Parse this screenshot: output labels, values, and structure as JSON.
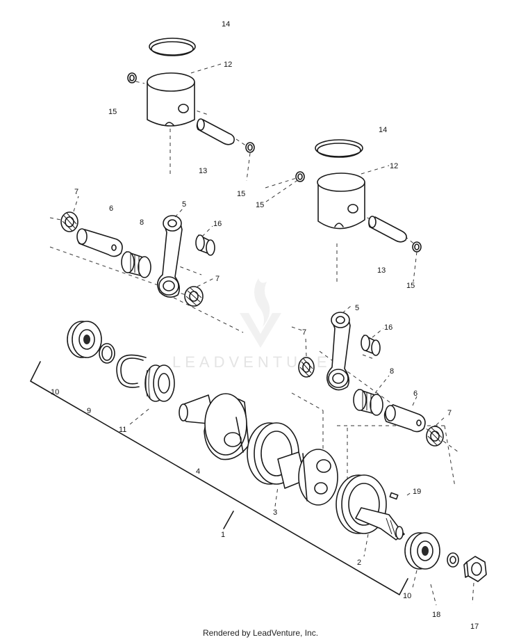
{
  "diagram": {
    "callouts": [
      {
        "id": "c14a",
        "text": "14"
      },
      {
        "id": "c12a",
        "text": "12"
      },
      {
        "id": "c15a",
        "text": "15"
      },
      {
        "id": "c13a",
        "text": "13"
      },
      {
        "id": "c15b",
        "text": "15"
      },
      {
        "id": "c14b",
        "text": "14"
      },
      {
        "id": "c12b",
        "text": "12"
      },
      {
        "id": "c15c",
        "text": "15"
      },
      {
        "id": "c13b",
        "text": "13"
      },
      {
        "id": "c15d",
        "text": "15"
      },
      {
        "id": "c7a",
        "text": "7"
      },
      {
        "id": "c6a",
        "text": "6"
      },
      {
        "id": "c5a",
        "text": "5"
      },
      {
        "id": "c8a",
        "text": "8"
      },
      {
        "id": "c16a",
        "text": "16"
      },
      {
        "id": "c7b",
        "text": "7"
      },
      {
        "id": "c5b",
        "text": "5"
      },
      {
        "id": "c16b",
        "text": "16"
      },
      {
        "id": "c7c",
        "text": "7"
      },
      {
        "id": "c8b",
        "text": "8"
      },
      {
        "id": "c6b",
        "text": "6"
      },
      {
        "id": "c7d",
        "text": "7"
      },
      {
        "id": "c10a",
        "text": "10"
      },
      {
        "id": "c9",
        "text": "9"
      },
      {
        "id": "c11",
        "text": "11"
      },
      {
        "id": "c4",
        "text": "4"
      },
      {
        "id": "c3",
        "text": "3"
      },
      {
        "id": "c1",
        "text": "1"
      },
      {
        "id": "c19",
        "text": "19"
      },
      {
        "id": "c2",
        "text": "2"
      },
      {
        "id": "c10b",
        "text": "10"
      },
      {
        "id": "c18",
        "text": "18"
      },
      {
        "id": "c17",
        "text": "17"
      }
    ],
    "watermark": "LEADVENTURE"
  },
  "footer": {
    "text": "Rendered by LeadVenture, Inc."
  }
}
